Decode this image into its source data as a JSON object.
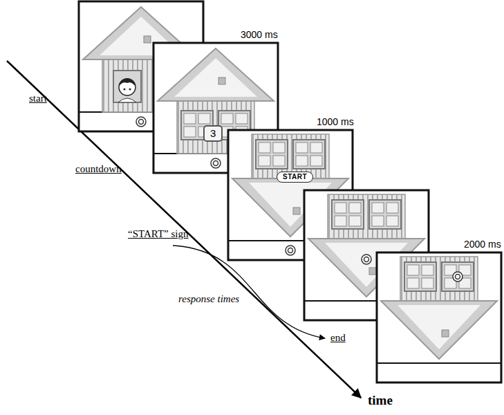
{
  "diagram": {
    "nodes": [
      {
        "text": [
          "3"
        ]
      },
      {
        "text": [
          "START"
        ]
      }
    ],
    "labels": [
      "3000 ms",
      "start",
      "1000 ms",
      "countdown",
      "“START” sign",
      "2000 ms",
      "response times",
      "end",
      "time"
    ]
  }
}
